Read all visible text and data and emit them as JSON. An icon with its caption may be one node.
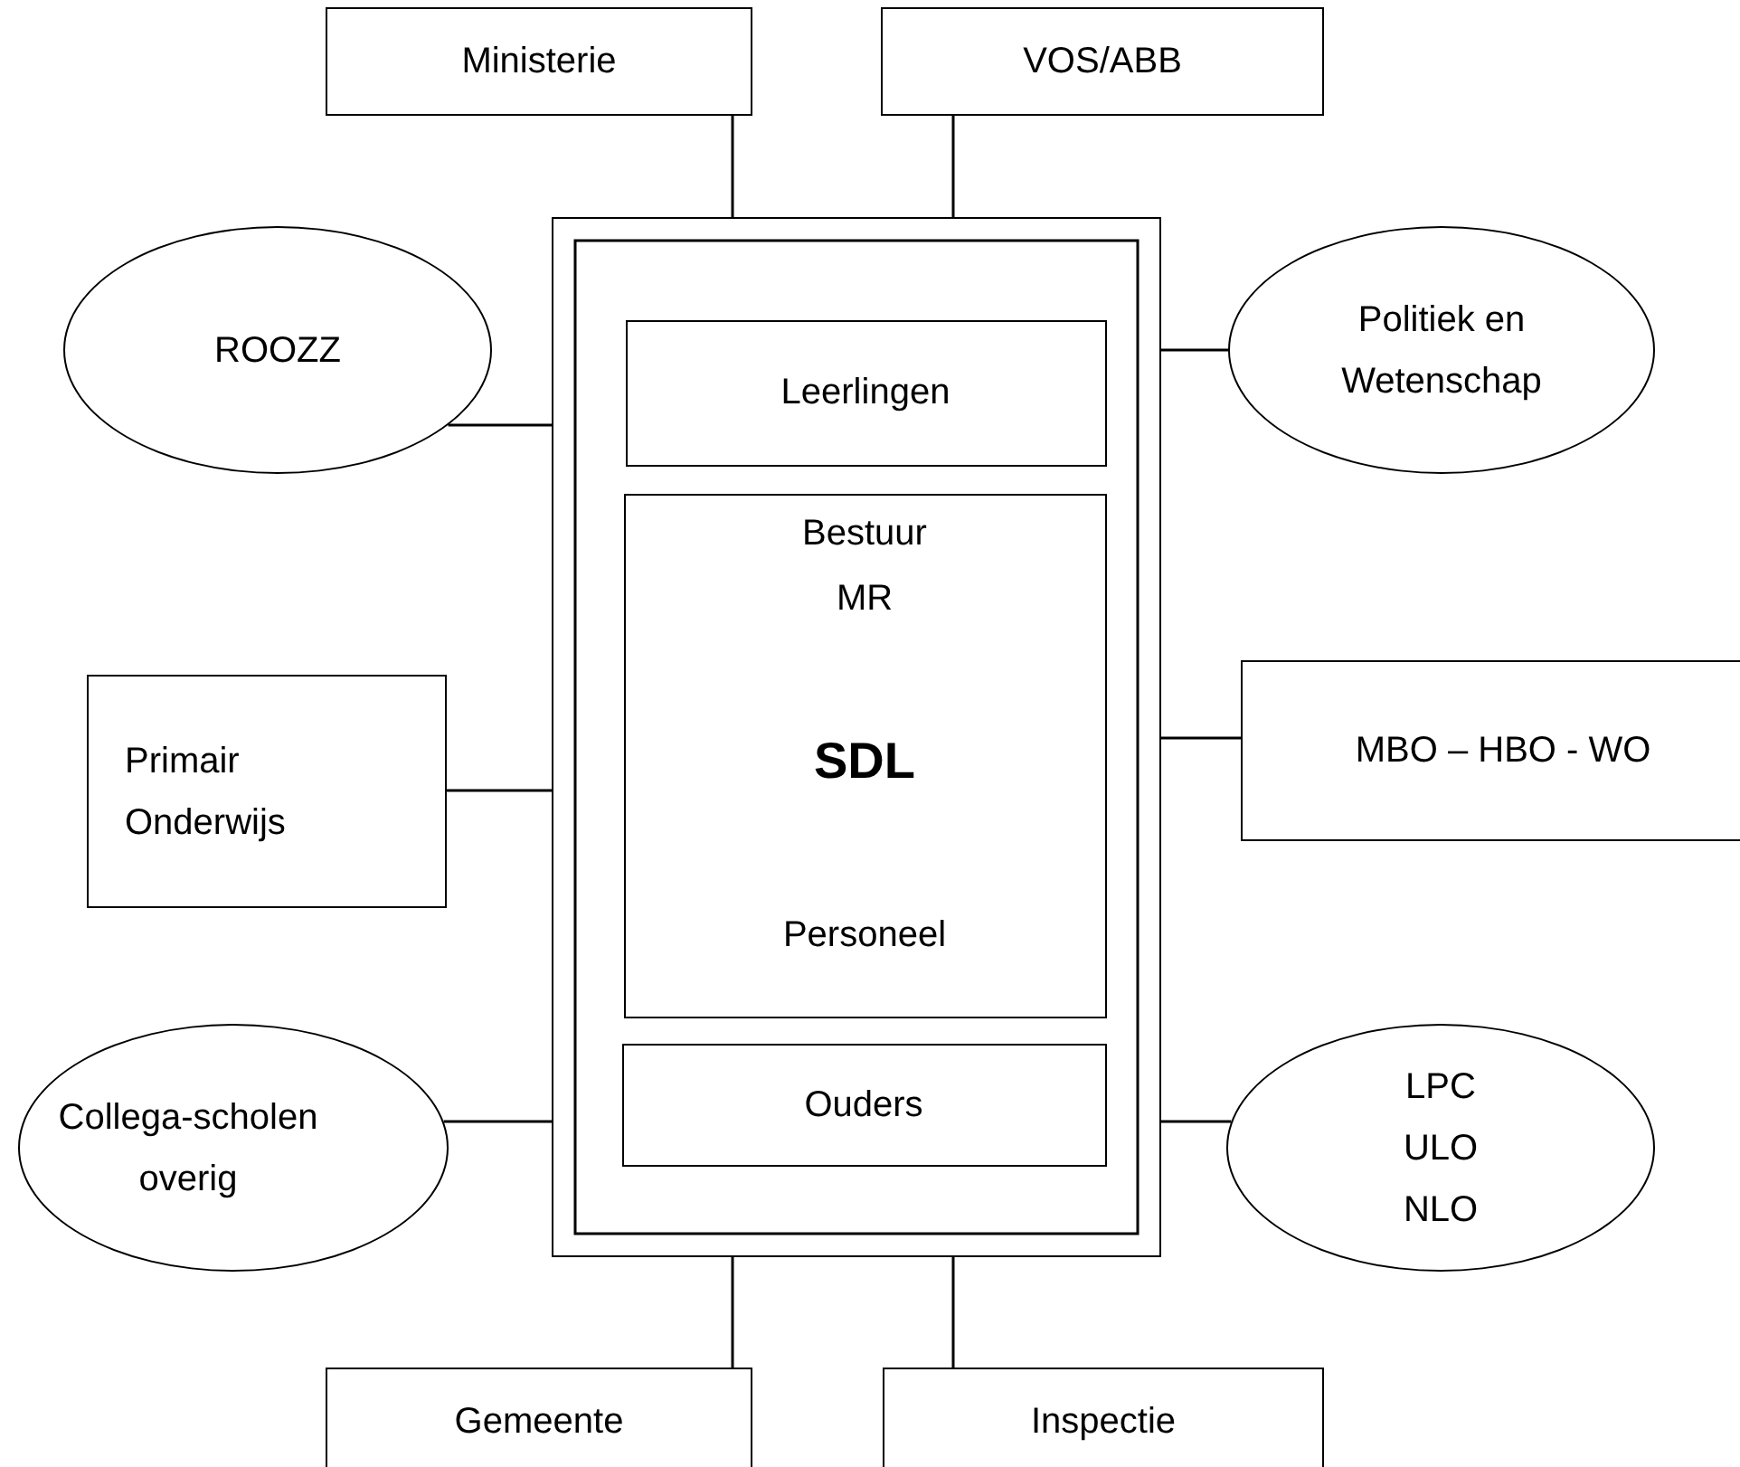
{
  "diagram": {
    "nodes": [
      {
        "text": [
          "Ministerie"
        ]
      },
      {
        "text": [
          "VOS/ABB"
        ]
      },
      {
        "text": [
          "ROOZZ"
        ]
      },
      {
        "text": [],
        "shape": "box"
      },
      {
        "text": [
          "Leerlingen"
        ],
        "in": 3
      },
      {
        "text": [
          "Politiek en Wetenschap"
        ]
      },
      {
        "text": [
          "Bestuur",
          "MR",
          "SDL",
          "Personeel"
        ],
        "in": 3
      },
      {
        "text": [
          "Primair Onderwijs"
        ]
      },
      {
        "text": [
          "MBO – HBO - WO"
        ]
      },
      {
        "text": [
          "Collega-scholen overig"
        ]
      },
      {
        "text": [
          "Ouders"
        ],
        "in": 3
      },
      {
        "text": [
          "LPC ULO NLO"
        ]
      },
      {
        "text": [
          "Gemeente"
        ]
      },
      {
        "text": [
          "Inspectie"
        ]
      }
    ],
    "edges": [
      {
        "from": 0,
        "to": 3,
        "arrow": "none"
      },
      {
        "from": 1,
        "to": 3,
        "arrow": "none"
      },
      {
        "from": 2,
        "to": 3,
        "arrow": "none"
      },
      {
        "from": 5,
        "to": 3,
        "arrow": "none"
      },
      {
        "from": 7,
        "to": 3,
        "arrow": "none"
      },
      {
        "from": 8,
        "to": 3,
        "arrow": "none"
      },
      {
        "from": 9,
        "to": 3,
        "arrow": "none"
      },
      {
        "from": 11,
        "to": 3,
        "arrow": "none"
      },
      {
        "from": 12,
        "to": 3,
        "arrow": "none"
      },
      {
        "from": 13,
        "to": 3,
        "arrow": "none"
      }
    ]
  }
}
